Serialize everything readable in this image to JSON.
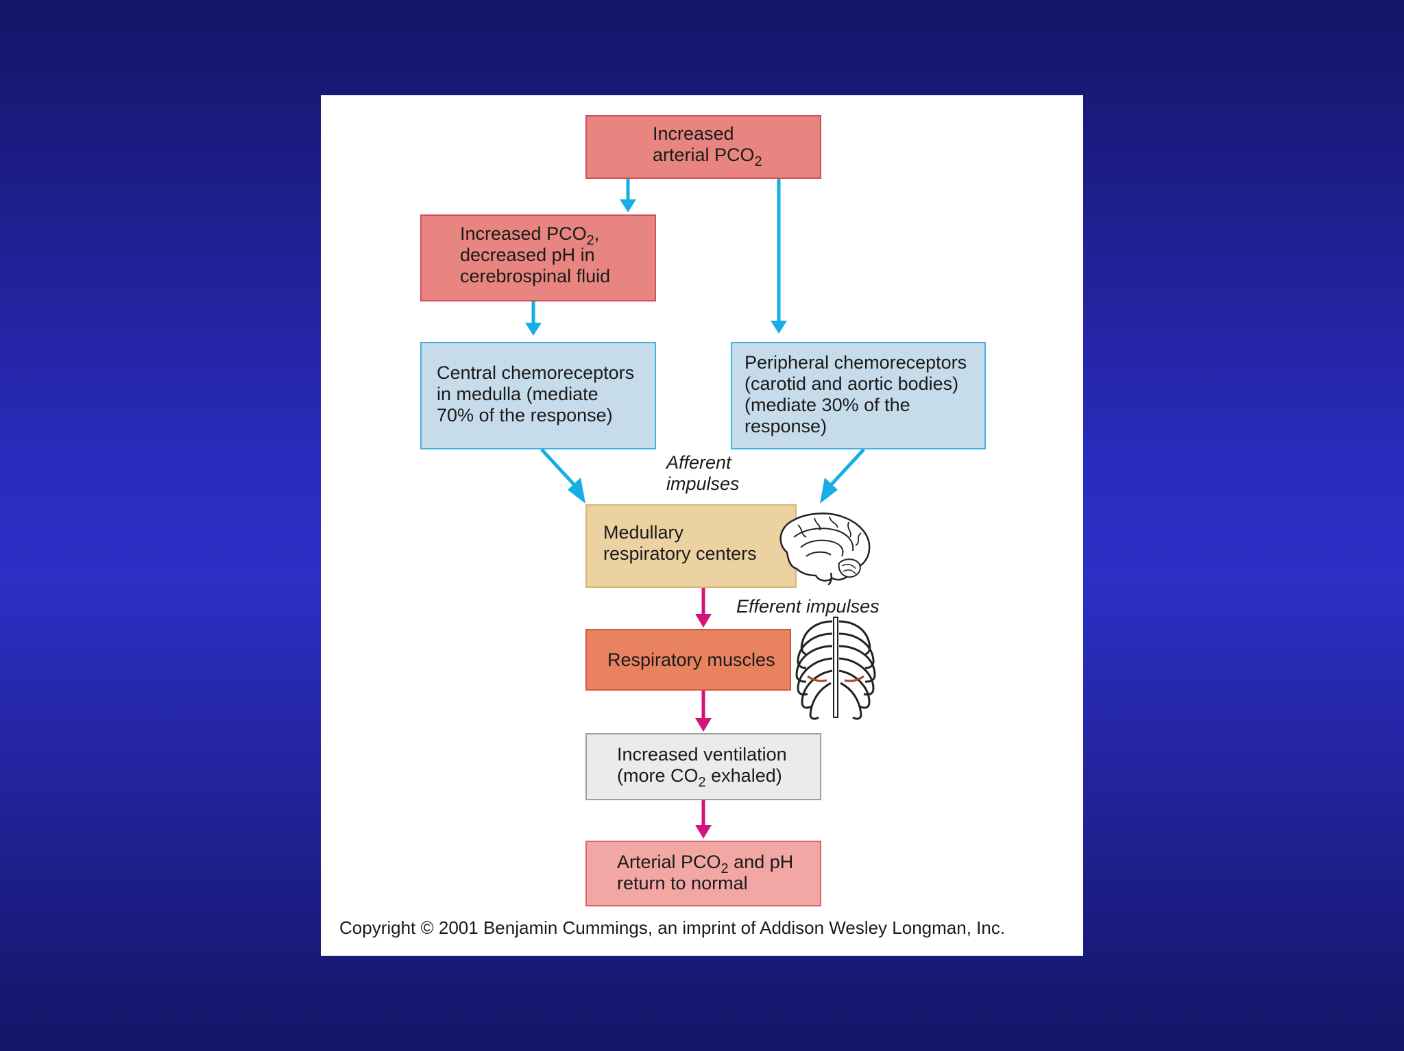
{
  "diagram": {
    "box_increased_arterial": {
      "line1": "Increased",
      "line2_pre": "arterial PCO",
      "line2_sub": "2"
    },
    "box_csf": {
      "line1_pre": "Increased PCO",
      "line1_sub": "2",
      "line1_post": ",",
      "line2": "decreased pH in",
      "line3": "cerebrospinal fluid"
    },
    "box_central": {
      "line1": "Central chemoreceptors",
      "line2": "in medulla (mediate",
      "line3": "70% of the response)"
    },
    "box_peripheral": {
      "line1": "Peripheral chemoreceptors",
      "line2": "(carotid and aortic bodies)",
      "line3": "(mediate 30% of the",
      "line4": "response)"
    },
    "label_afferent": {
      "line1": "Afferent",
      "line2": "impulses"
    },
    "box_medullary": {
      "line1": "Medullary",
      "line2": "respiratory centers"
    },
    "label_efferent": "Efferent impulses",
    "box_muscles": "Respiratory muscles",
    "box_ventilation": {
      "line1": "Increased ventilation",
      "line2_pre": "(more CO",
      "line2_sub": "2",
      "line2_post": " exhaled)"
    },
    "box_normal": {
      "line1_pre": "Arterial PCO",
      "line1_sub": "2",
      "line1_post": " and pH",
      "line2": "return to normal"
    },
    "copyright": "Copyright © 2001 Benjamin Cummings, an imprint of Addison Wesley Longman, Inc."
  },
  "colors": {
    "afferent_arrow": "#17aee6",
    "efferent_arrow": "#d3127a",
    "background": "#2a2cbf"
  },
  "icons": [
    "brain-icon",
    "ribcage-icon"
  ]
}
